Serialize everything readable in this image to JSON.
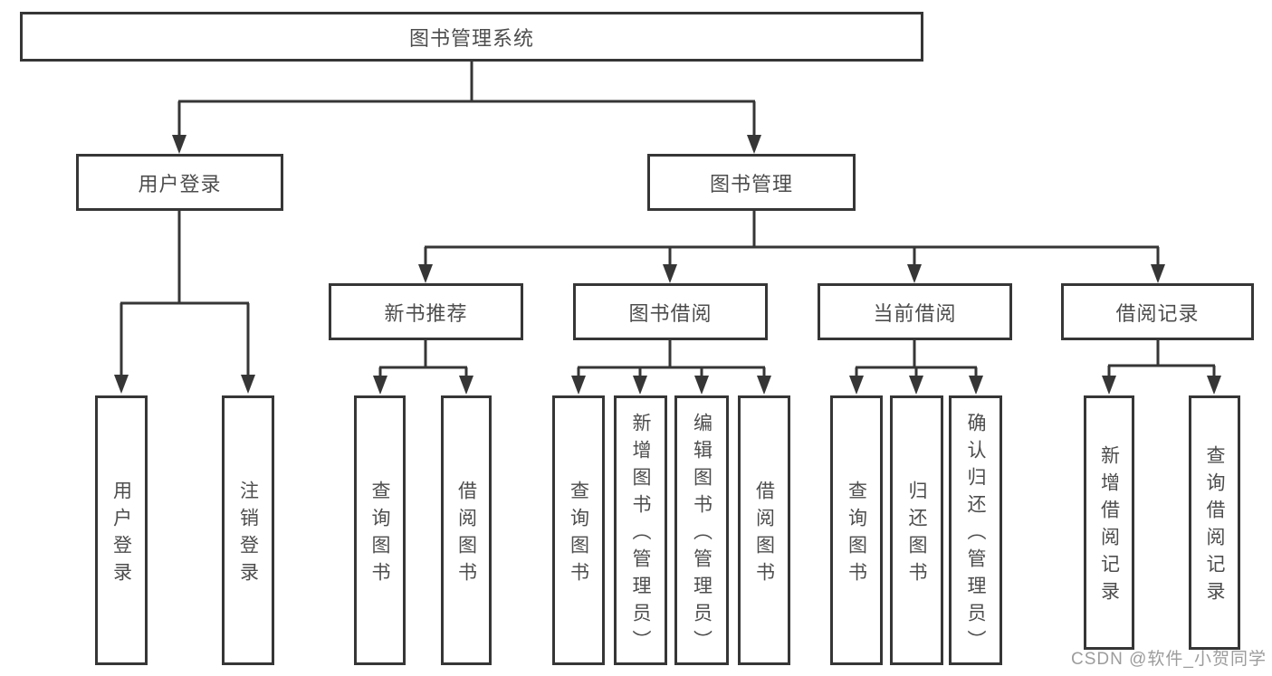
{
  "page": {
    "background": "#ffffff",
    "line_color": "#363636",
    "text_color": "#4d4d4d"
  },
  "tree": {
    "root": {
      "label": "图书管理系统"
    },
    "branches": [
      {
        "label": "用户登录",
        "children": [
          {
            "label": "用户登录"
          },
          {
            "label": "注销登录"
          }
        ]
      },
      {
        "label": "图书管理",
        "children": [
          {
            "label": "新书推荐",
            "children": [
              {
                "label": "查询图书"
              },
              {
                "label": "借阅图书"
              }
            ]
          },
          {
            "label": "图书借阅",
            "children": [
              {
                "label": "查询图书"
              },
              {
                "label": "新增图书（管理员）"
              },
              {
                "label": "编辑图书（管理员）"
              },
              {
                "label": "借阅图书"
              }
            ]
          },
          {
            "label": "当前借阅",
            "children": [
              {
                "label": "查询图书"
              },
              {
                "label": "归还图书"
              },
              {
                "label": "确认归还（管理员）"
              }
            ]
          },
          {
            "label": "借阅记录",
            "children": [
              {
                "label": "新增借阅记录"
              },
              {
                "label": "查询借阅记录"
              }
            ]
          }
        ]
      }
    ]
  },
  "watermark": {
    "text": "CSDN @软件_小贺同学",
    "color": "#9c9c9c"
  }
}
